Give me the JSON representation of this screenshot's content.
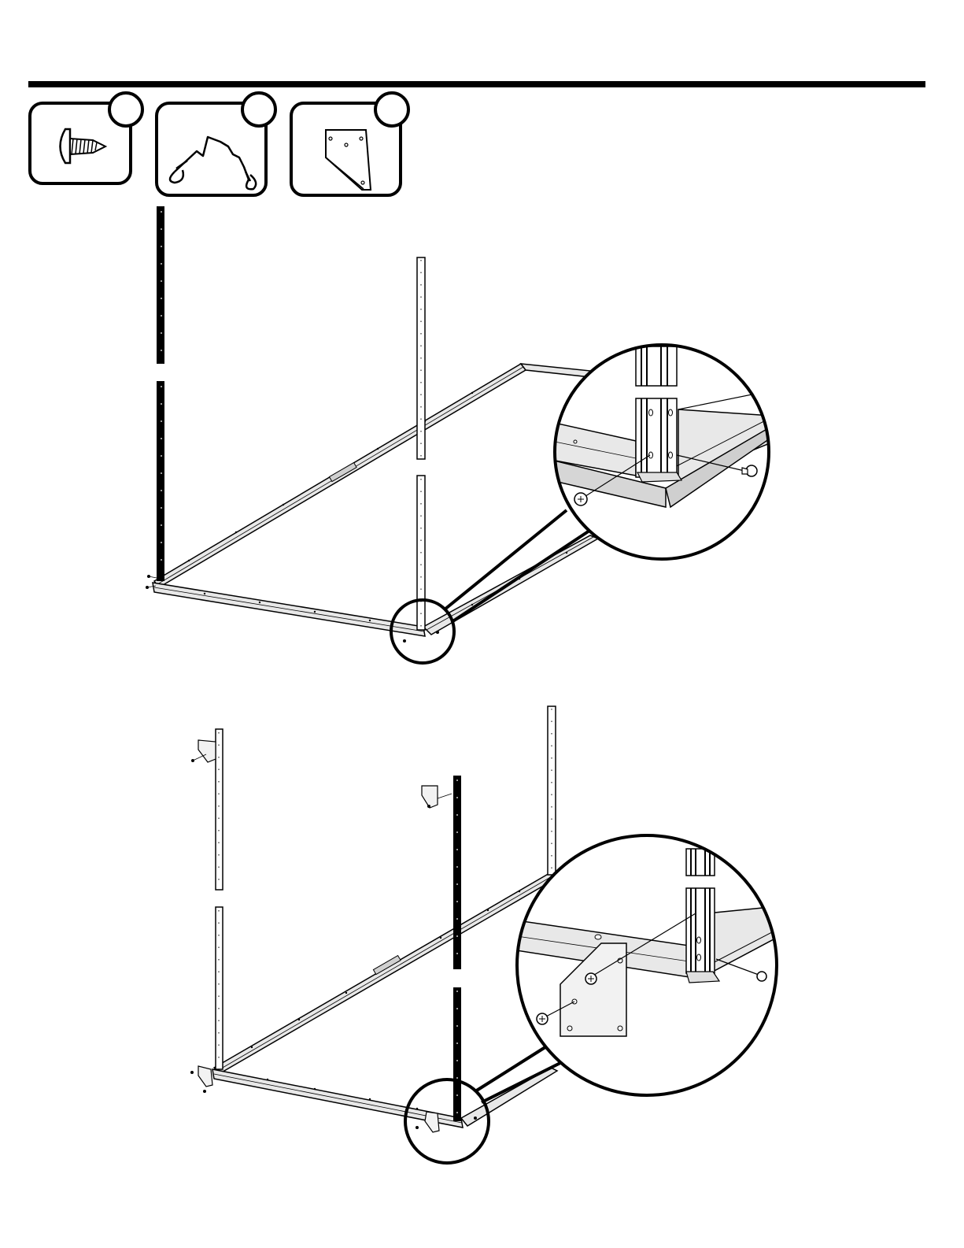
{
  "page": {
    "background": "#ffffff",
    "ink": "#000000",
    "frame_fill": "#e8e8e8",
    "frame_shadow": "#bdbdbd",
    "plate_fill": "#f2f2f2"
  },
  "parts": [
    {
      "name": "screw",
      "icon": "screw-icon",
      "quantity_label": ""
    },
    {
      "name": "cable",
      "icon": "cable-icon",
      "quantity_label": ""
    },
    {
      "name": "corner-bracket",
      "icon": "corner-bracket-icon",
      "quantity_label": ""
    }
  ],
  "steps": [
    {
      "name": "attach-corner-posts",
      "detail": "post-to-frame-corner-detail"
    },
    {
      "name": "attach-corner-brackets",
      "detail": "bracket-to-frame-corner-detail"
    }
  ]
}
